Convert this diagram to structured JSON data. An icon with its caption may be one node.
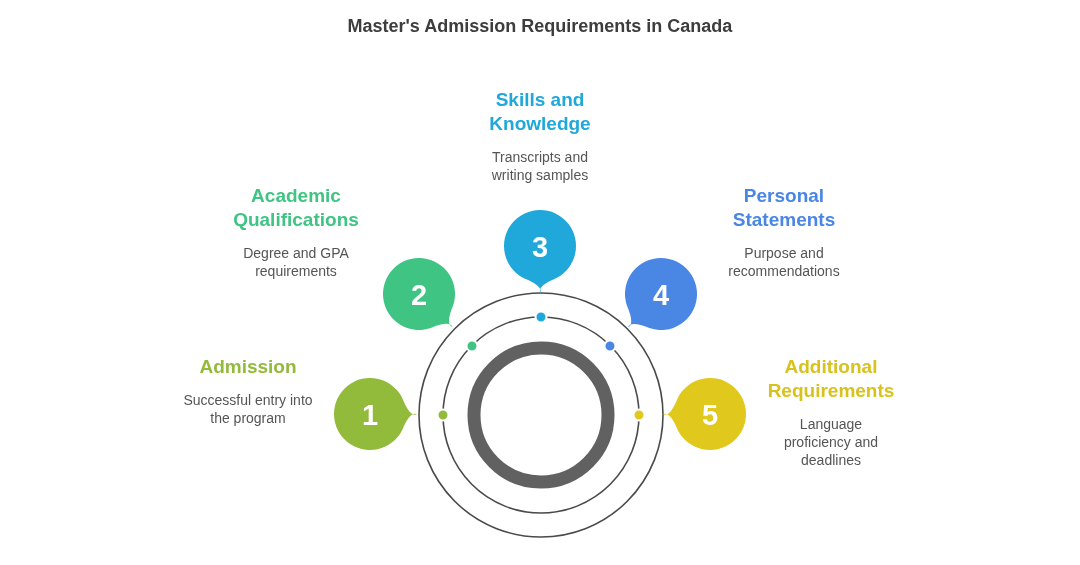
{
  "diagram": {
    "title": "Master's Admission Requirements in Canada",
    "nodes": [
      {
        "text": [
          "1"
        ],
        "beside": [
          "Admission",
          "Successful entry into the program"
        ]
      },
      {
        "text": [
          "2"
        ],
        "beside": [
          "Academic Qualifications",
          "Degree and GPA requirements"
        ]
      },
      {
        "text": [
          "3"
        ],
        "beside": [
          "Skills and Knowledge",
          "Transcripts and writing samples"
        ]
      },
      {
        "text": [
          "4"
        ],
        "beside": [
          "Personal Statements",
          "Purpose and recommendations"
        ]
      },
      {
        "text": [
          "5"
        ],
        "beside": [
          "Additional Requirements",
          "Language proficiency and deadlines"
        ]
      }
    ]
  }
}
